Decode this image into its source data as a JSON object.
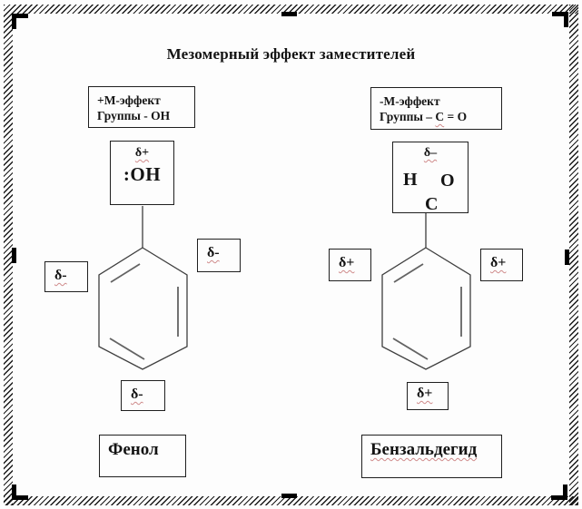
{
  "title": "Мезомерный эффект заместителей",
  "phenol": {
    "effect_box": {
      "line1": "+М-эффект",
      "line2": "Группы - ОН"
    },
    "substituent_box": {
      "delta": "δ+",
      "group": ":ОН"
    },
    "delta_left": "δ-",
    "delta_right": "δ-",
    "delta_bottom": "δ-",
    "name": "Фенол"
  },
  "benzaldehyde": {
    "effect_box": {
      "line1": "-М-эффект",
      "line2_prefix": "Группы – ",
      "line2_c": "С",
      "line2_suffix": " = О"
    },
    "substituent_box": {
      "delta": "δ–",
      "atom_h": "H",
      "atom_c": "C",
      "atom_o": "O"
    },
    "delta_left": "δ+",
    "delta_right": "δ+",
    "delta_bottom": "δ+",
    "name": "Бензальдегид"
  },
  "colors": {
    "ring_line": "#3e3e3e",
    "inner_bond": "#636363",
    "squiggle": "#cf8a8a",
    "handle": "#000000",
    "text": "#141414"
  }
}
